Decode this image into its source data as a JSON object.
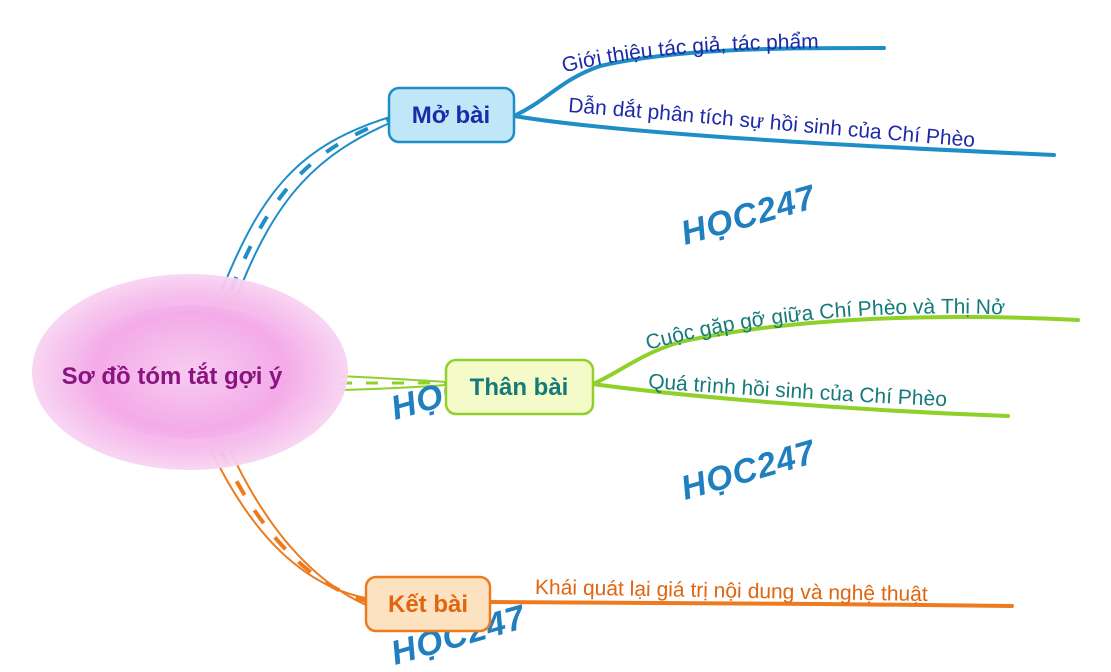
{
  "center": {
    "label": "Sơ đồ tóm tắt gợi ý"
  },
  "nodes": [
    {
      "label": "Mở bài",
      "color": "#1f8ec7",
      "fill": "#bfe7f7",
      "text_color": "#1d2ba8",
      "branches": [
        "Giới thiệu tác giả, tác phẩm",
        "Dẫn dắt phân tích sự hồi sinh của Chí Phèo"
      ]
    },
    {
      "label": "Thân bài",
      "color": "#8fd12a",
      "fill": "#f4fbc8",
      "text_color": "#147a7a",
      "branches": [
        "Cuộc gặp gỡ giữa Chí Phèo và Thị Nở",
        "Quá trình hồi sinh của Chí Phèo"
      ]
    },
    {
      "label": "Kết bài",
      "color": "#ee7a1e",
      "fill": "#fde2c2",
      "text_color": "#e0650e",
      "branches": [
        "Khái quát lại giá trị nội dung và nghệ thuật"
      ]
    }
  ],
  "watermark": {
    "text": "HỌC247",
    "color": "#1f7fbf"
  },
  "colors": {
    "center_fill": "#f3a6e6",
    "center_text": "#8a1380"
  }
}
